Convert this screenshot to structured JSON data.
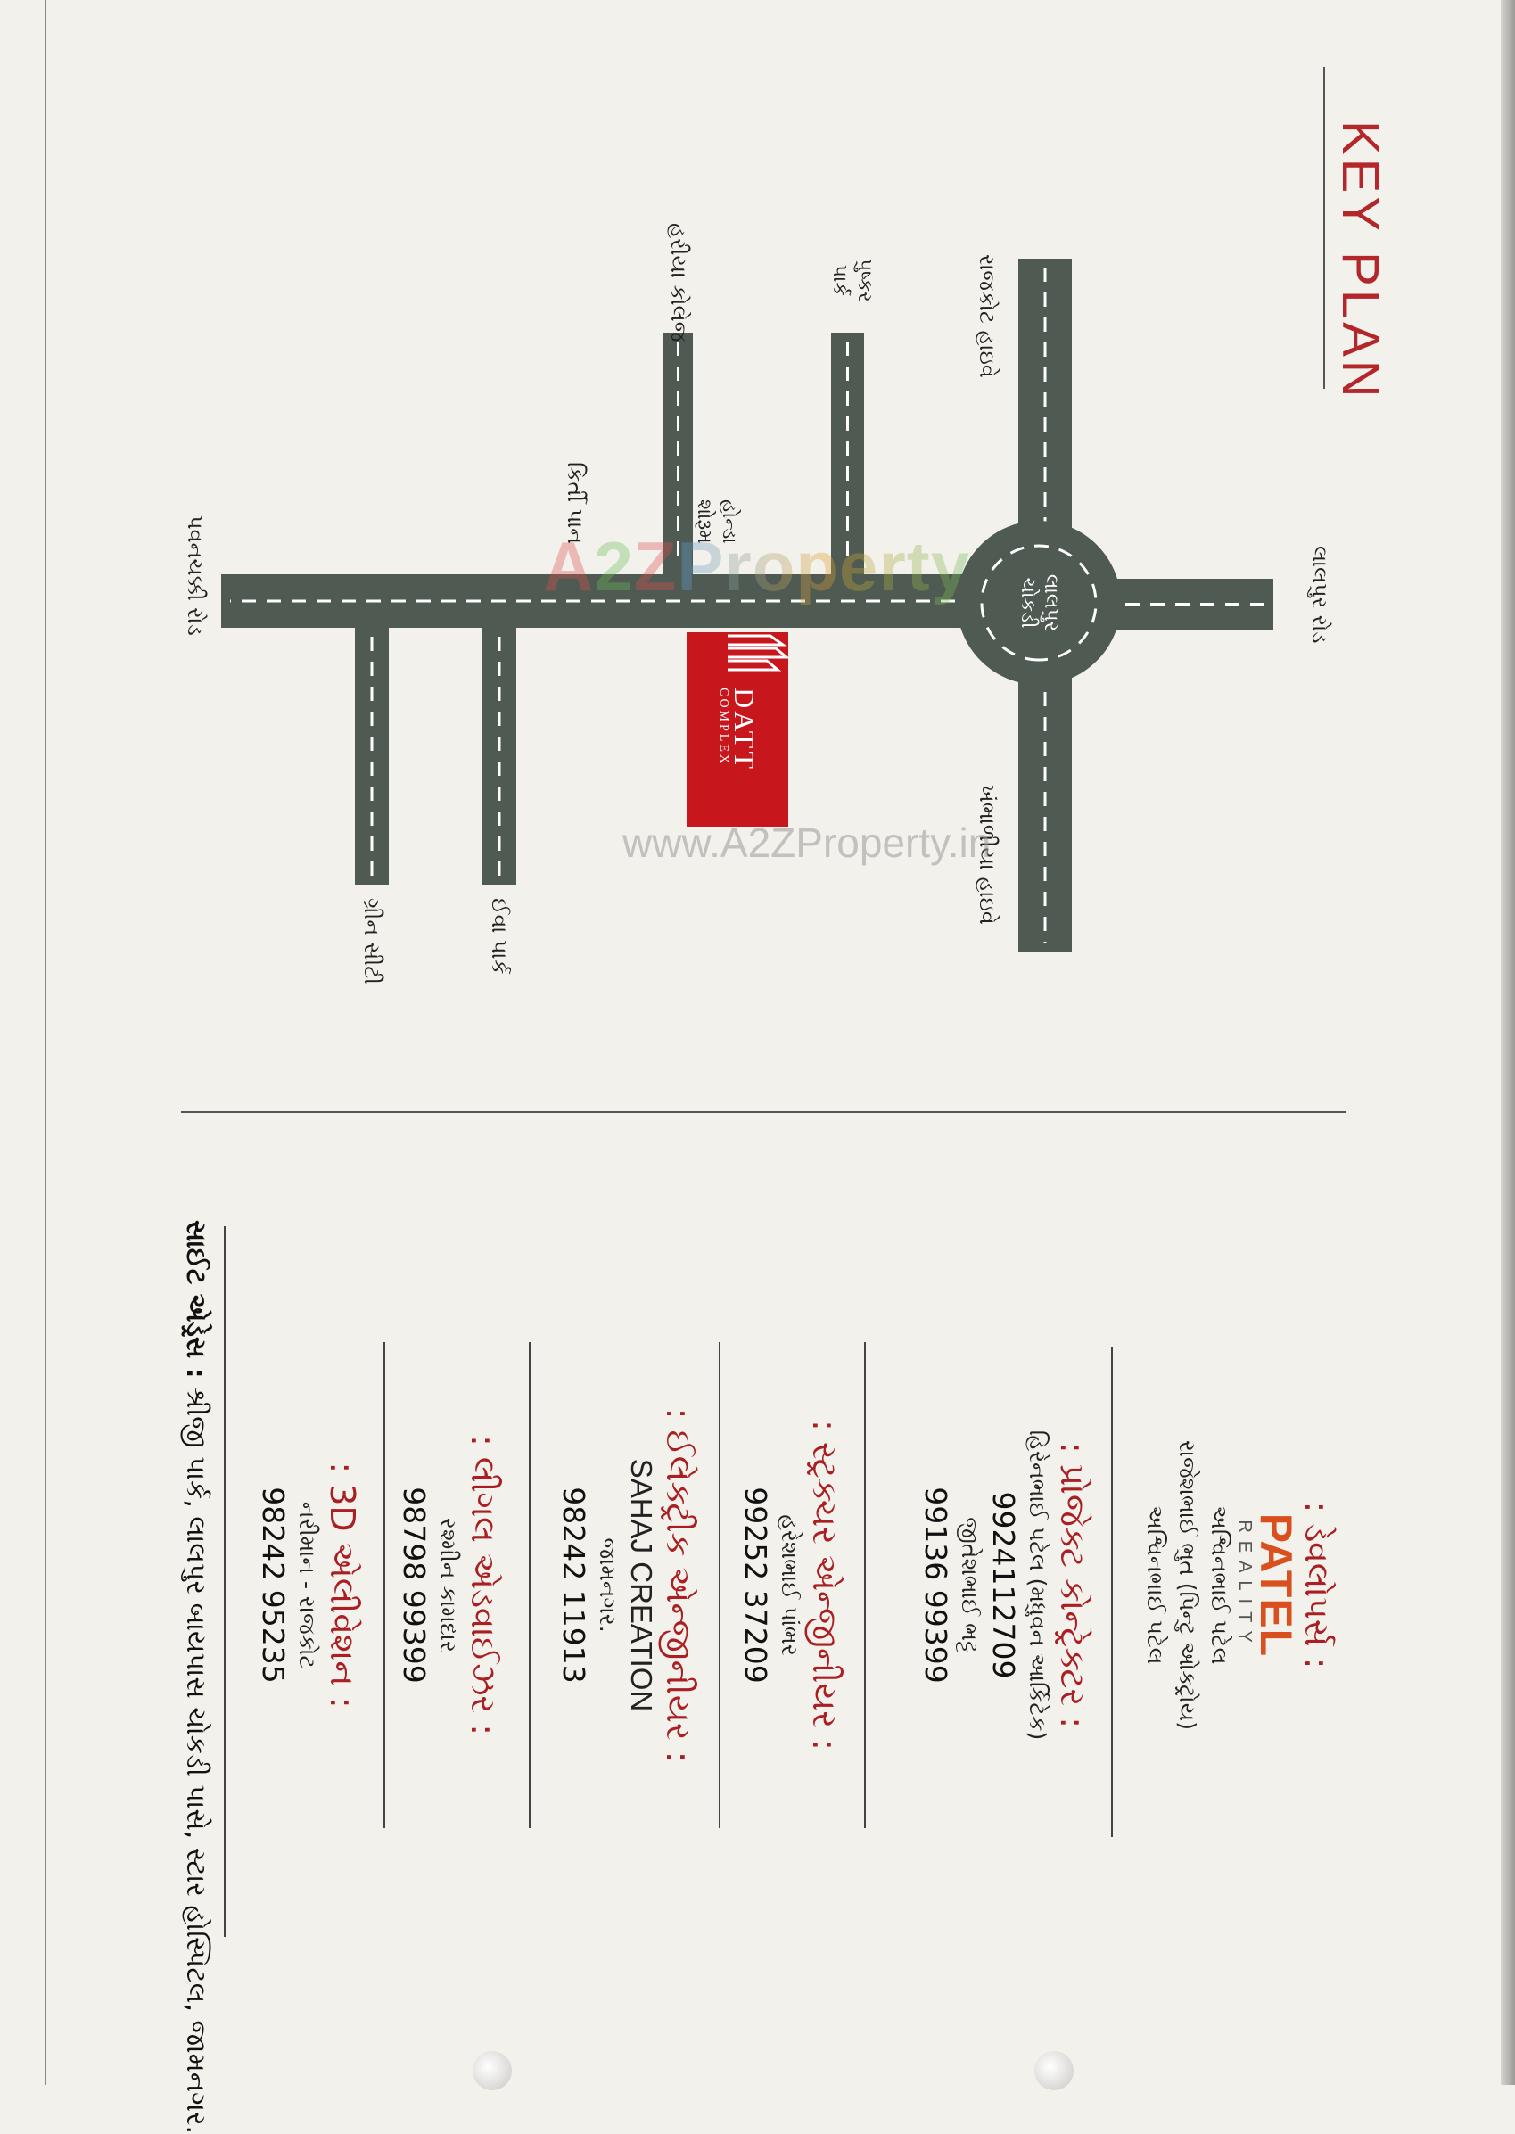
{
  "key_plan": {
    "title": "KEY PLAN",
    "roundabout": [
      "લાલપુર",
      "ચોકડી"
    ],
    "labels": {
      "rajkot_highway": "રાજકોટ હાઇવે",
      "khambhaliya_highway": "ખંભાળીયા હાઇવે",
      "lalpur_road": "લાલપુર રોડ",
      "pushkar_park": [
        "પુષ્કર",
        "પાર્ક"
      ],
      "hariya": "હરીયા કોલેજ",
      "honda_showroom": [
        "હોન્ડા",
        "શોરૂમ"
      ],
      "kirti_pan": "કિર્તી પાન",
      "pavanchakki_road": "પવનચક્કી રોડ",
      "eva_park": "ઈવા પાર્ક",
      "green_city": "ગ્રીન સીટી"
    },
    "site": {
      "name": "DATT",
      "sub": "COMPLEX"
    },
    "road_color": "#4e5a52",
    "site_color": "#c8161d"
  },
  "watermark": {
    "logo": "A2ZProperty",
    "url": "www.A2ZProperty.in"
  },
  "credits": {
    "developers": {
      "heading": ": ડેવલોપર્સ :",
      "brand": "PATEL",
      "brand_sub": "REALITY",
      "names": [
        "અશ્વિનભાઈ પટેલ",
        "રાજેશભાઈ ભુત (પિન્ટુ ઓક્ટ્રોય)",
        "અશ્વિનભાઈ પટેલ"
      ]
    },
    "project_contractor": {
      "heading": ": પ્રોજેક્ટ કોન્ટ્રેક્ટર :",
      "name1": "હિરેનભાઈ પટેલ (મધુવન આર્કિટેક)",
      "phone1": "9924112709",
      "name2": "જીતેશભાઈ ભટ્ટ",
      "phone2": "99136 99399"
    },
    "structural_engineer": {
      "heading": ": સ્ટ્રક્ચર એન્જીનીયર :",
      "name": "હરેશભાઈ પાંભર",
      "phone": "99252 37209"
    },
    "electrical_engineer": {
      "heading": ": ઈલેક્ટ્રીક એન્જીનીયર :",
      "name": "SAHAJ CREATION",
      "city": "જામનગર.",
      "phone": "98242 11913"
    },
    "legal_advisor": {
      "heading": ": લીગલ એડવાઈઝર :",
      "name": "રશ્મીન કામદાર",
      "phone": "98798 99399"
    },
    "elevation_3d": {
      "heading": ": 3D એલીવેશન :",
      "name": "નરીમાન - રાજકોટ",
      "phone": "98242 95235"
    },
    "site_address": {
      "label": "સાઈટ એડ્રેસ :",
      "text": "શ્રીજી પાર્ક, લાલપુર બાયપાસ ચોકડી પાસે, સ્ટાર હોસ્પિટલ, જામનગર."
    }
  }
}
